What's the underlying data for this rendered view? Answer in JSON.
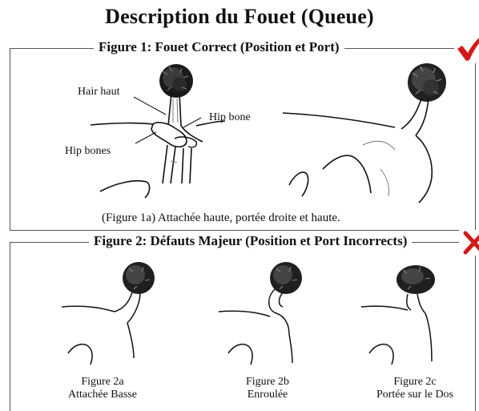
{
  "page": {
    "title": "Description du Fouet (Queue)"
  },
  "figure1": {
    "title": "Figure 1: Fouet Correct (Position et Port)",
    "caption": "(Figure 1a) Attachée haute, portée droite et haute.",
    "labels": {
      "hair": "Hair haut",
      "hip_bone": "Hip bone",
      "hip_bones": "Hip bones"
    },
    "status": {
      "icon": "check-mark-icon",
      "color": "#d11a1a"
    }
  },
  "figure2": {
    "title": "Figure 2: Défauts Majeur (Position et Port Incorrects)",
    "status": {
      "icon": "cross-mark-icon",
      "color": "#d11a1a"
    },
    "panels": [
      {
        "id": "Figure 2a",
        "desc": "Attachée Basse"
      },
      {
        "id": "Figure 2b",
        "desc": "Enroulée"
      },
      {
        "id": "Figure 2c",
        "desc": "Portée sur le Dos"
      }
    ]
  }
}
